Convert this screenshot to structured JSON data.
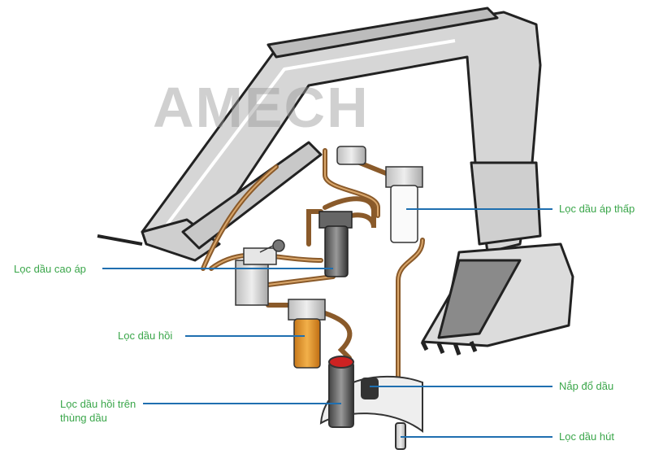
{
  "watermark": "AMECH",
  "labels": {
    "high_pressure_filter": "Lọc dầu cao áp",
    "return_filter": "Lọc dầu hồi",
    "tank_return_filter_line1": "Lọc dầu hồi trên",
    "tank_return_filter_line2": "thùng dầu",
    "low_pressure_filter": "Lọc dầu áp thấp",
    "filler_cap": "Nắp đổ dầu",
    "suction_filter": "Lọc dầu hút"
  },
  "colors": {
    "label_text": "#3aa64a",
    "leader_line": "#1f6fb0",
    "hose": "#a0703c",
    "return_filter_body": "#e89a2a",
    "metal": "#d8d8d8"
  }
}
